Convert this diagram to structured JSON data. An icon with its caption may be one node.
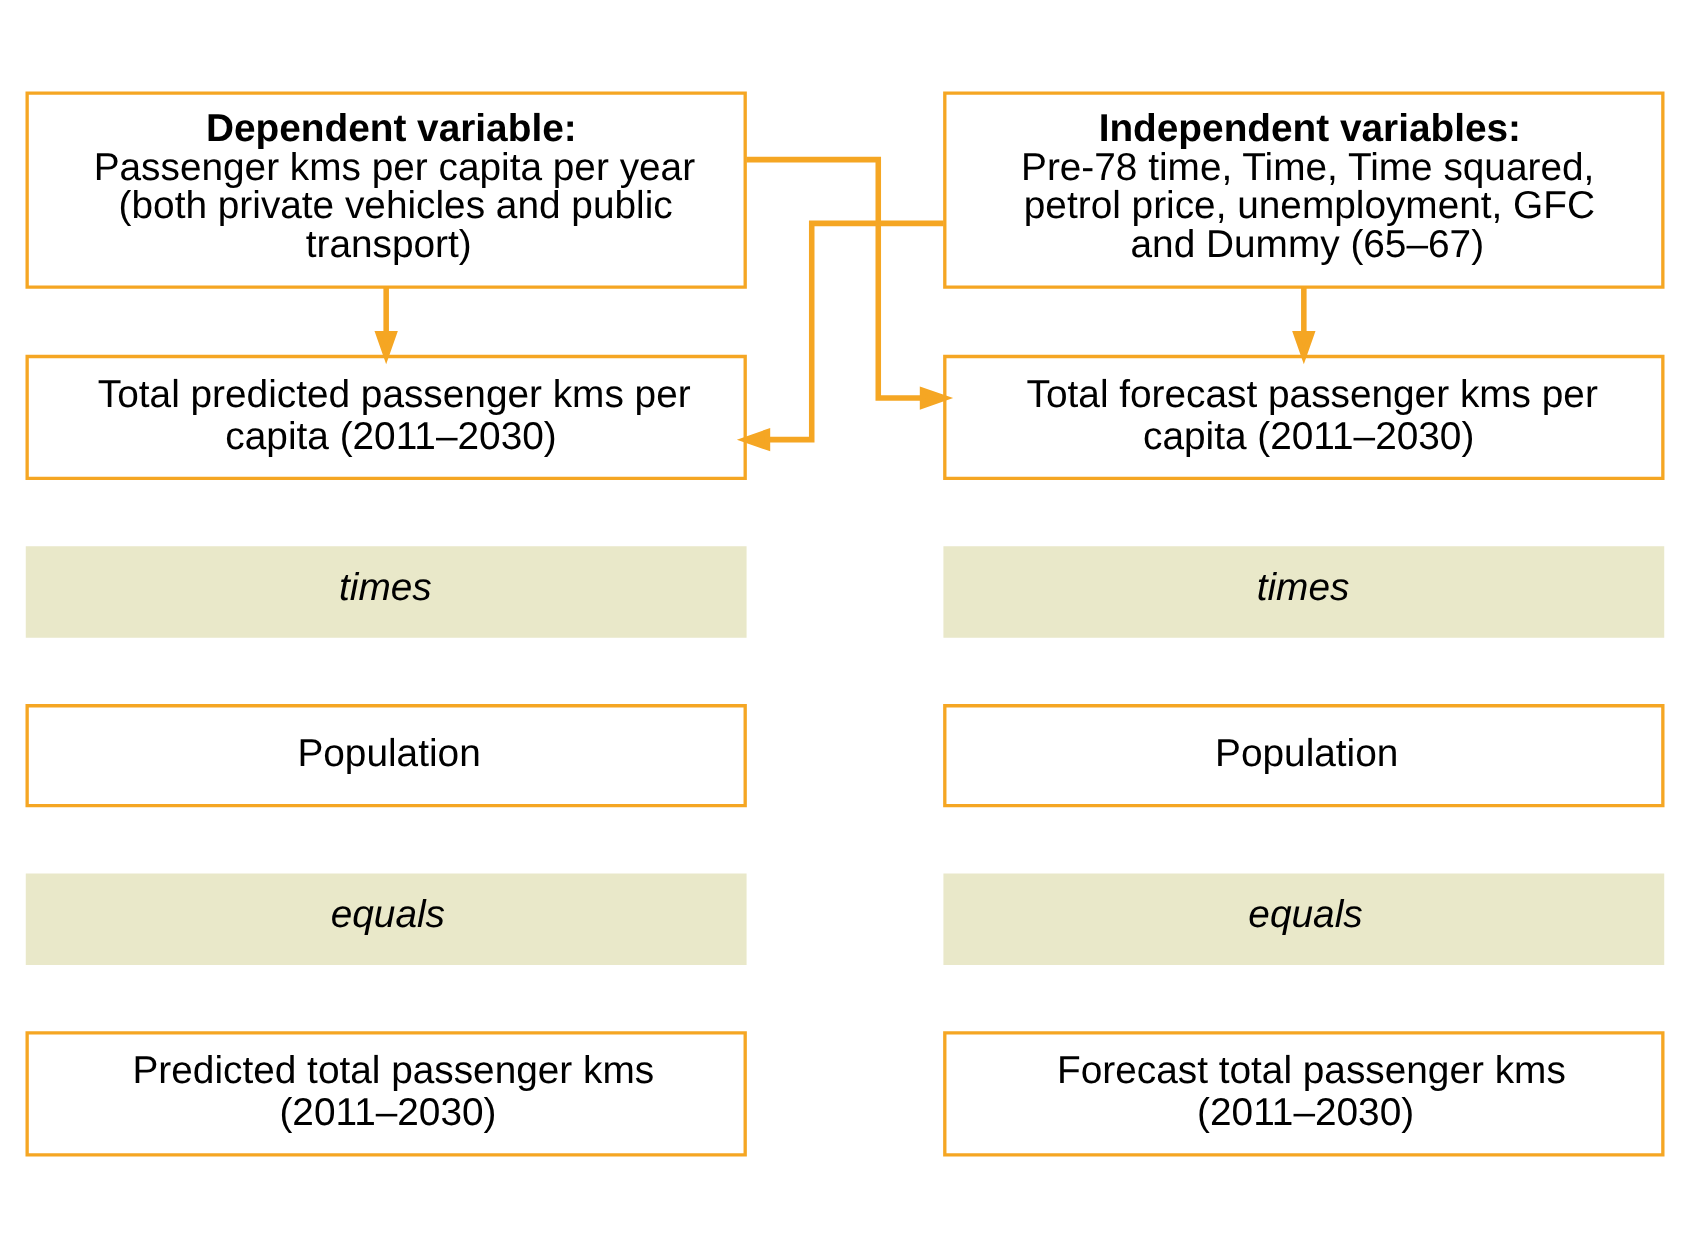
{
  "diagram": {
    "nodes": [
      {
        "text": [
          "Dependent variable:",
          "Passenger kms per capita per year (both private vehicles and public transport)"
        ]
      },
      {
        "text": [
          "Independent variables:",
          "Pre-78 time, Time, Time squared, petrol price, unemployment, GFC and Dummy (65–67)"
        ]
      },
      {
        "text": [
          "Total predicted passenger kms per capita (2011–2030)"
        ]
      },
      {
        "text": [
          "Total forecast passenger kms per capita (2011–2030)"
        ]
      },
      {
        "text": [
          "times"
        ]
      },
      {
        "text": [
          "times"
        ]
      },
      {
        "text": [
          "Population"
        ]
      },
      {
        "text": [
          "Population"
        ]
      },
      {
        "text": [
          "equals"
        ]
      },
      {
        "text": [
          "equals"
        ]
      },
      {
        "text": [
          "Predicted total passenger kms (2011–2030)"
        ]
      },
      {
        "text": [
          "Forecast total passenger kms (2011–2030)"
        ]
      }
    ],
    "edges": [
      {
        "from": 0,
        "to": 2,
        "arrow": "to"
      },
      {
        "from": 0,
        "to": 3,
        "arrow": "to"
      },
      {
        "from": 1,
        "to": 2,
        "arrow": "to"
      },
      {
        "from": 1,
        "to": 3,
        "arrow": "to"
      }
    ]
  }
}
